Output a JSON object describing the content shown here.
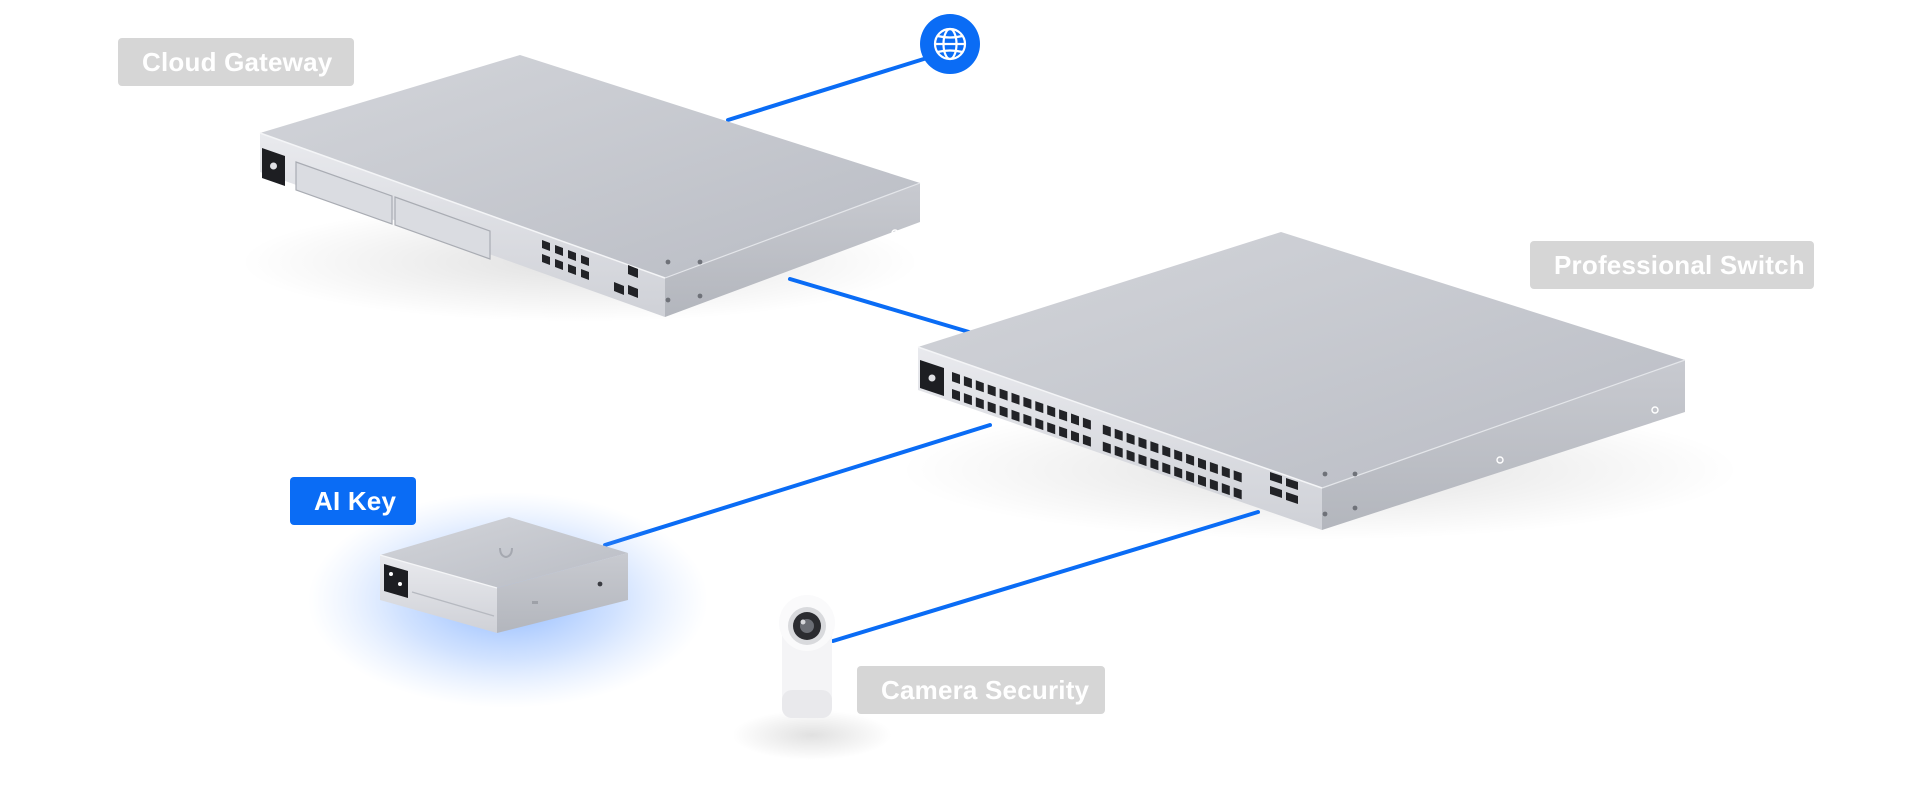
{
  "labels": {
    "cloud_gateway": "Cloud Gateway",
    "professional_switch": "Professional Switch",
    "ai_key": "AI Key",
    "camera_security": "Camera Security"
  },
  "icons": {
    "internet": "globe-icon"
  },
  "colors": {
    "link_line": "#0a6cf5",
    "label_gray": "#d6d6d6",
    "label_highlight": "#0a6cf5",
    "glow": "#3b8cff"
  },
  "highlighted_device": "AI Key"
}
